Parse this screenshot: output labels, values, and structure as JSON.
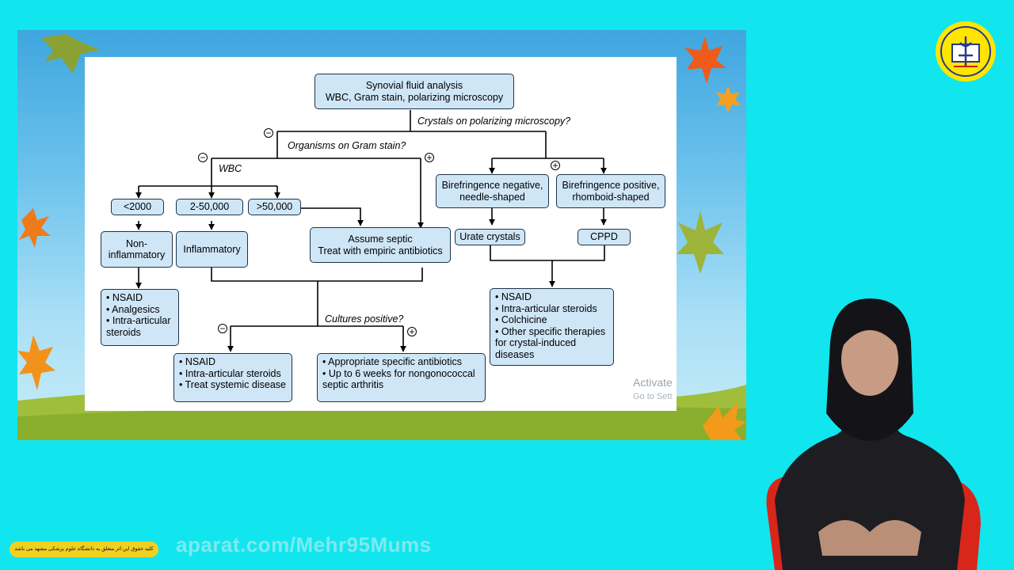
{
  "flowchart": {
    "root": [
      "Synovial fluid analysis",
      "WBC, Gram stain, polarizing microscopy"
    ],
    "questions": {
      "crystals": "Crystals on polarizing microscopy?",
      "organisms": "Organisms on Gram stain?",
      "wbc": "WBC",
      "cultures": "Cultures positive?"
    },
    "signs": {
      "negative": "−",
      "positive": "+"
    },
    "wbc_ranges": [
      "<2000",
      "2-50,000",
      ">50,000"
    ],
    "non_inflammatory": [
      "Non-",
      "inflammatory"
    ],
    "inflammatory": "Inflammatory",
    "septic": [
      "Assume septic",
      "Treat with empiric antibiotics"
    ],
    "biref_negative": [
      "Birefringence negative,",
      "needle-shaped"
    ],
    "biref_positive": [
      "Birefringence positive,",
      "rhomboid-shaped"
    ],
    "urate": "Urate crystals",
    "cppd": "CPPD",
    "noninflammatory_tx": [
      "• NSAID",
      "• Analgesics",
      "• Intra-articular",
      "   steroids"
    ],
    "culture_neg_tx": [
      "• NSAID",
      "• Intra-articular steroids",
      "• Treat systemic disease"
    ],
    "culture_pos_tx": [
      "• Appropriate specific antibiotics",
      "• Up to 6 weeks for nongonococcal",
      "   septic arthritis"
    ],
    "crystal_tx": [
      "• NSAID",
      "• Intra-articular steroids",
      "• Colchicine",
      "• Other specific therapies",
      "   for crystal-induced",
      "   diseases"
    ]
  },
  "windows_notice": {
    "line1": "Activate",
    "line2": "Go to Sett"
  },
  "watermark": "aparat.com/Mehr95Mums",
  "notice_strip": "کلیه حقوق این اثر متعلق به دانشگاه علوم پزشکی مشهد می باشد",
  "colors": {
    "background": "#11e6ee",
    "box_fill": "#cfe6f7",
    "box_border": "#1e3348",
    "logo_yellow": "#ffe600",
    "chair_red": "#d8261b"
  },
  "icons": [
    "university-logo",
    "autumn-leaf",
    "presenter-video"
  ]
}
